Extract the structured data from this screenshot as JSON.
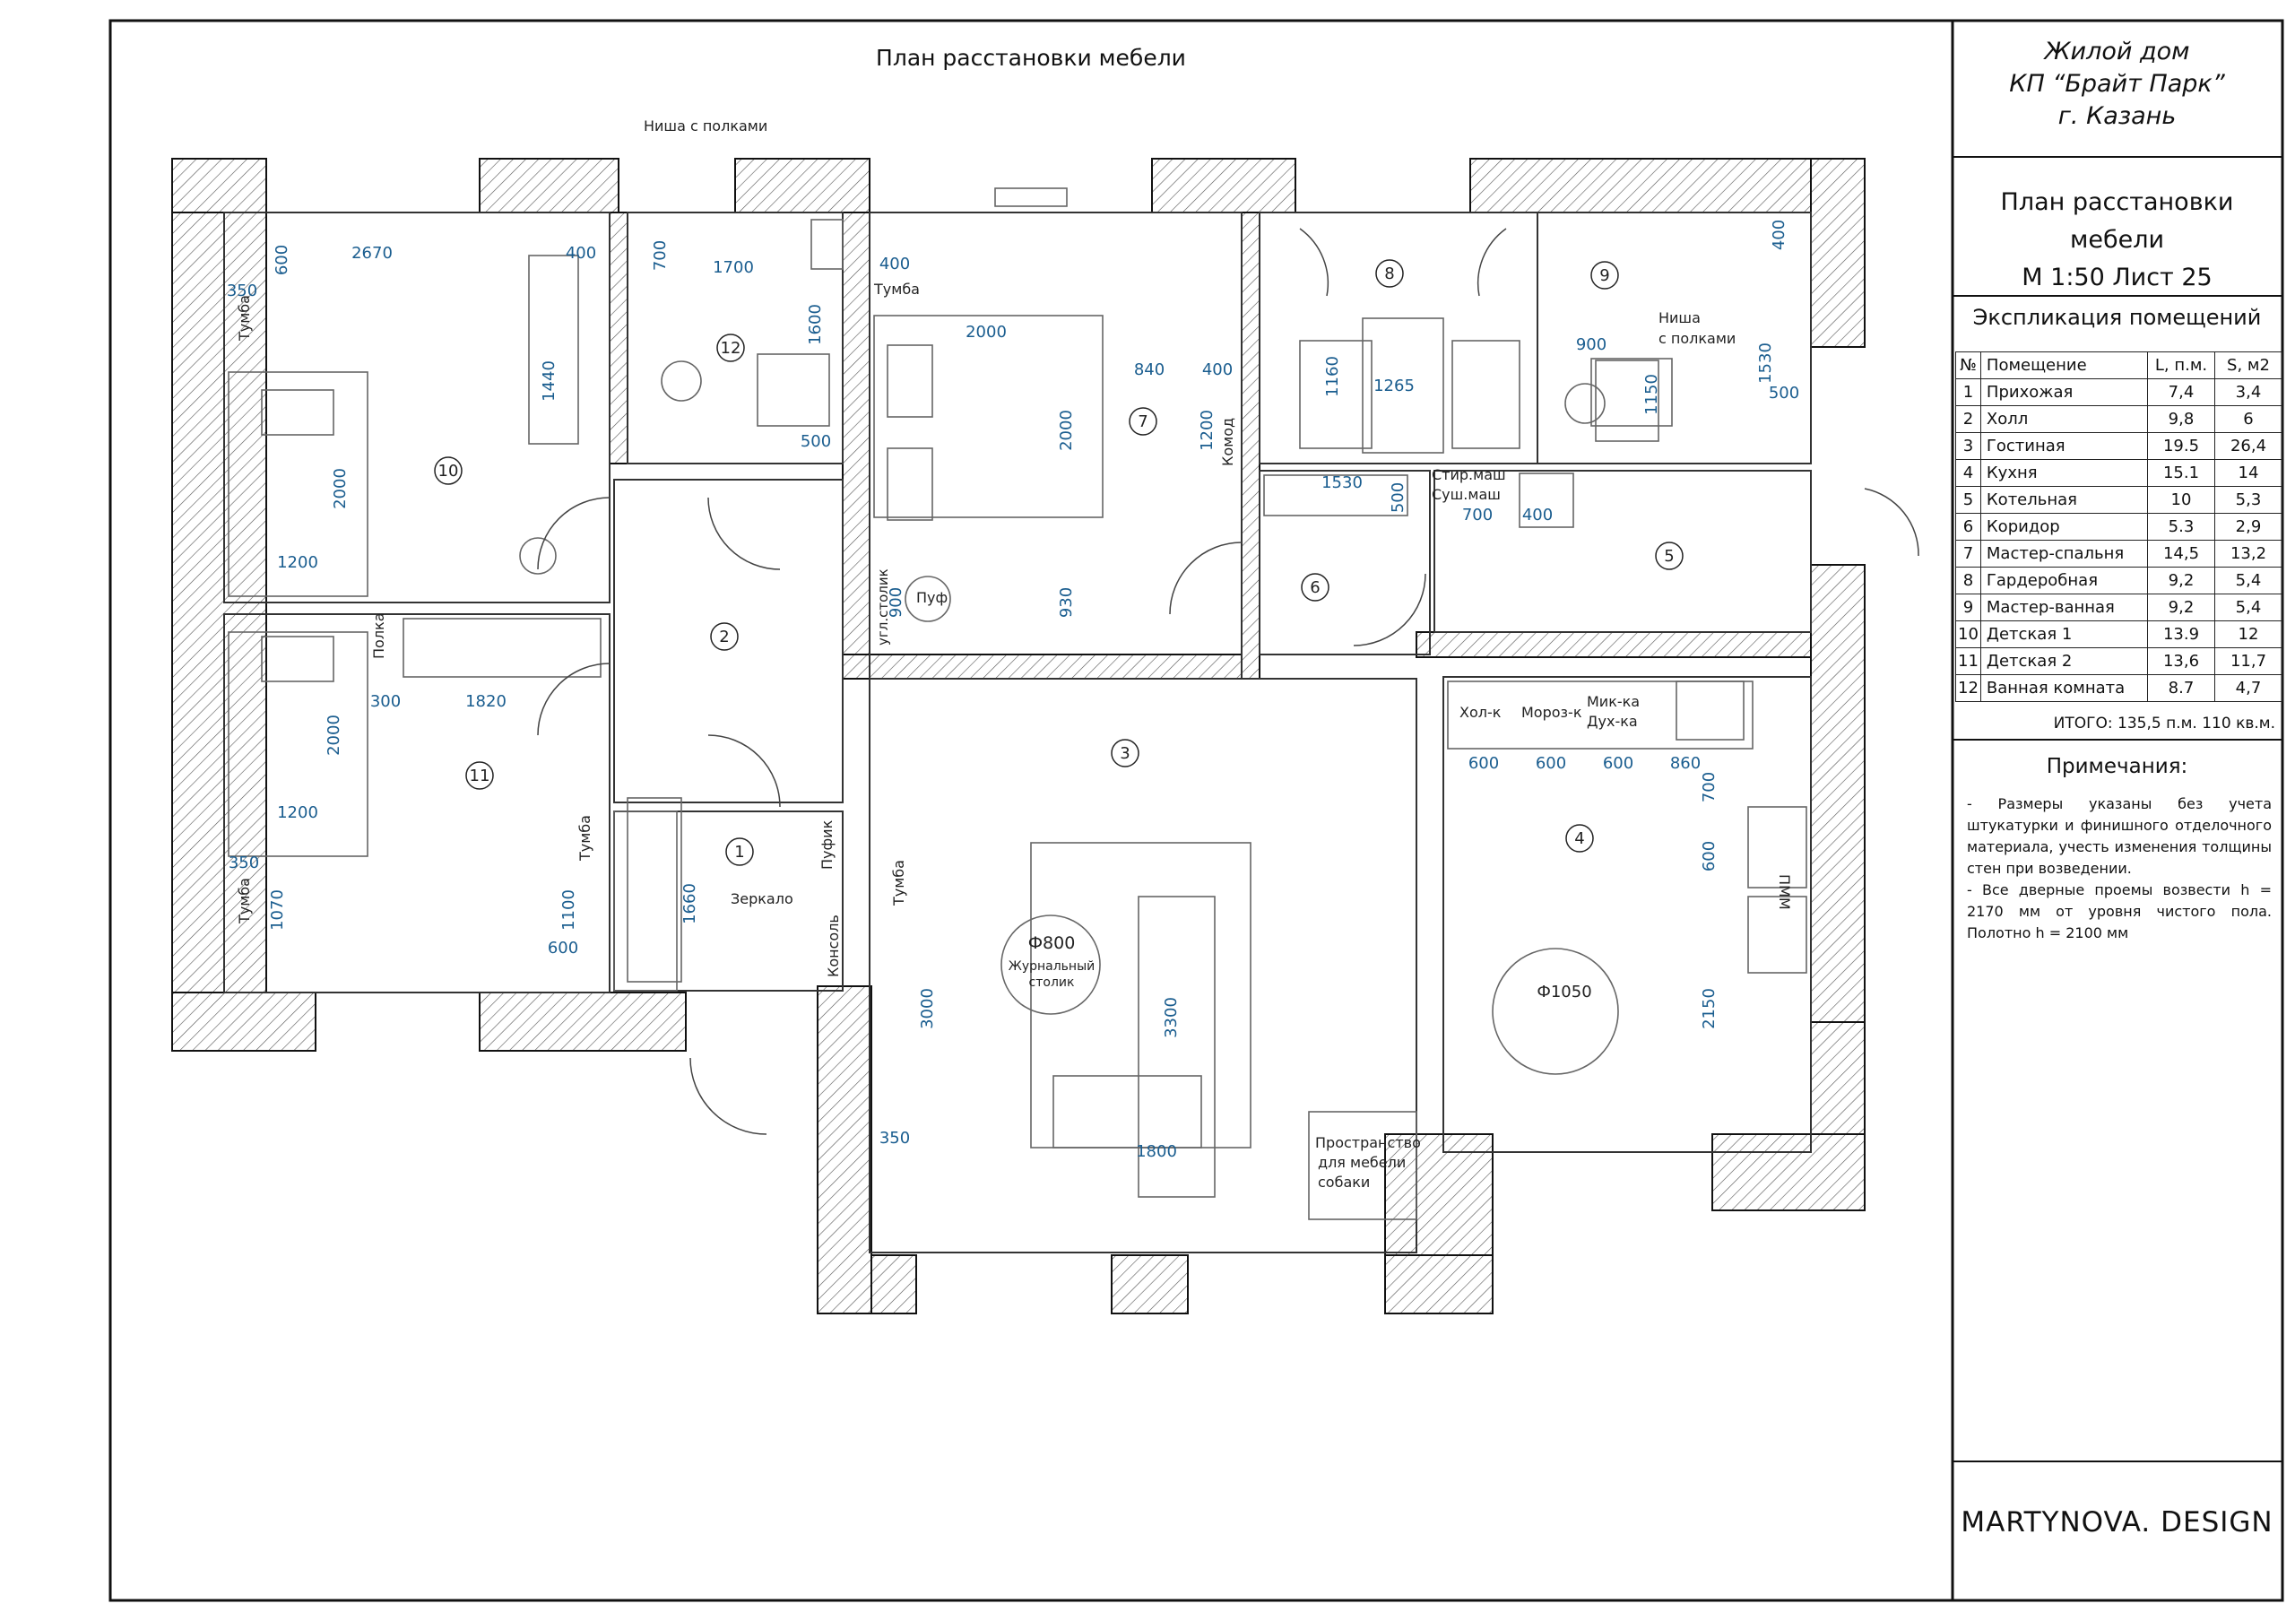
{
  "header": {
    "project_line1": "Жилой дом",
    "project_line2": "КП “Брайт Парк”",
    "project_line3": "г. Казань"
  },
  "sheet": {
    "title": "План расстановки мебели",
    "scale_sheet": "М 1:50 Лист 25",
    "plan_caption": "План расстановки мебели"
  },
  "explication": {
    "title": "Экспликация помещений",
    "columns": [
      "№",
      "Помещение",
      "L, п.м.",
      "S, м2"
    ],
    "rows": [
      [
        "1",
        "Прихожая",
        "7,4",
        "3,4"
      ],
      [
        "2",
        "Холл",
        "9,8",
        "6"
      ],
      [
        "3",
        "Гостиная",
        "19.5",
        "26,4"
      ],
      [
        "4",
        "Кухня",
        "15.1",
        "14"
      ],
      [
        "5",
        "Котельная",
        "10",
        "5,3"
      ],
      [
        "6",
        "Коридор",
        "5.3",
        "2,9"
      ],
      [
        "7",
        "Мастер-спальня",
        "14,5",
        "13,2"
      ],
      [
        "8",
        "Гардеробная",
        "9,2",
        "5,4"
      ],
      [
        "9",
        "Мастер-ванная",
        "9,2",
        "5,4"
      ],
      [
        "10",
        "Детская 1",
        "13.9",
        "12"
      ],
      [
        "11",
        "Детская 2",
        "13,6",
        "11,7"
      ],
      [
        "12",
        "Ванная комната",
        "8.7",
        "4,7"
      ]
    ],
    "total": "ИТОГО: 135,5 п.м. 110 кв.м."
  },
  "notes": {
    "title": "Примечания:",
    "line1": "- Размеры указаны без учета штукатурки и финишного отделочного материала, учесть изменения толщины стен при возведении.",
    "line2": "- Все дверные проемы возвести h = 2170 мм от уровня чистого пола. Полотно h = 2100 мм"
  },
  "brand": "MARTYNOVA. DESIGN",
  "plan": {
    "room_numbers": [
      "1",
      "2",
      "3",
      "4",
      "5",
      "6",
      "7",
      "8",
      "9",
      "10",
      "11",
      "12"
    ],
    "labels": {
      "niche1": "Ниша с полками",
      "niche2a": "Ниша",
      "niche2b": "с полками",
      "tumba": "Тумба",
      "komod": "Комод",
      "puf": "Пуф",
      "pufik": "Пуфик",
      "zerkalo": "Зеркало",
      "konsol": "Консоль",
      "polka": "Полка",
      "ugl_stolik": "угл.столик",
      "stir_mash": "Стир.маш",
      "sush_mash": "Суш.маш",
      "hol_k": "Хол-к",
      "moroz_k": "Мороз-к",
      "mik_ka": "Мик-ка",
      "duh_ka": "Дух-ка",
      "pmm": "ПММ",
      "coffee_diam": "Ф800",
      "coffee1": "Журнальный",
      "coffee2": "столик",
      "table_diam": "Ф1050",
      "dog1": "Пространство",
      "dog2": "для мебели",
      "dog3": "собаки"
    },
    "dims": {
      "d600a": "600",
      "d2670": "2670",
      "d400a": "400",
      "d350a": "350",
      "d1440": "1440",
      "d2000a": "2000",
      "d1200a": "1200",
      "d700a": "700",
      "d1700": "1700",
      "d1600": "1600",
      "d500a": "500",
      "d400b": "400",
      "d2000b": "2000",
      "d2000c": "2000",
      "d840": "840",
      "d400c": "400",
      "d1200b": "1200",
      "d930": "930",
      "d900a": "900",
      "d1160": "1160",
      "d1265": "1265",
      "d1530a": "1530",
      "d500b": "500",
      "d700b": "700",
      "d400d": "400",
      "d400e": "400",
      "d900b": "900",
      "d1150": "1150",
      "d1530b": "1530",
      "d500c": "500",
      "d300": "300",
      "d1820": "1820",
      "d2000d": "2000",
      "d1200c": "1200",
      "d350b": "350",
      "d1070": "1070",
      "d1100": "1100",
      "d600b": "600",
      "d1660": "1660",
      "d3000": "3000",
      "d3300": "3300",
      "d350c": "350",
      "d1800": "1800",
      "k600a": "600",
      "k600b": "600",
      "k600c": "600",
      "k860": "860",
      "k700": "700",
      "k600d": "600",
      "k2150": "2150"
    }
  }
}
